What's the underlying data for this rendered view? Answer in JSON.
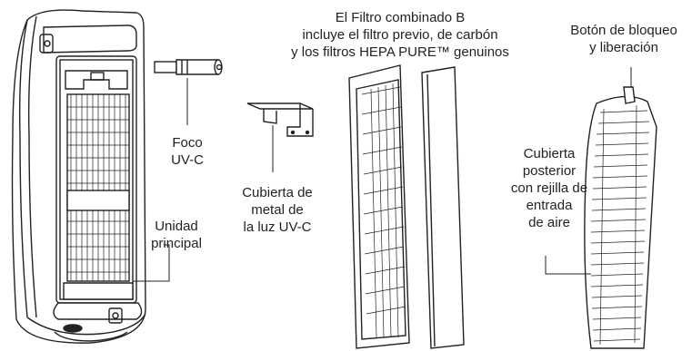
{
  "labels": {
    "filter_combo": [
      "El Filtro combinado B",
      "incluye el filtro previo, de carbón",
      "y los filtros HEPA PURE™ genuinos"
    ],
    "lock_button": [
      "Botón de bloqueo",
      "y liberación"
    ],
    "uv_bulb": [
      "Foco",
      "UV-C"
    ],
    "metal_cover": [
      "Cubierta de",
      "metal de",
      "la luz UV-C"
    ],
    "main_unit": [
      "Unidad",
      "principal"
    ],
    "rear_cover": [
      "Cubierta",
      "posterior",
      "con rejilla de",
      "entrada",
      "de aire"
    ]
  },
  "colors": {
    "line": "#222222",
    "fill": "#ffffff",
    "shade": "#d8d8d8"
  }
}
